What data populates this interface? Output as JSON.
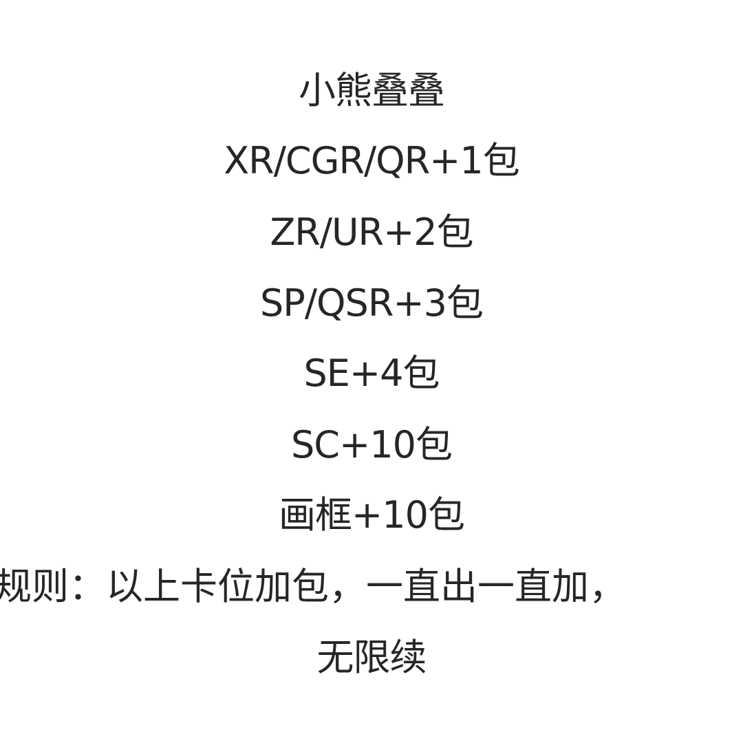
{
  "title": "小熊叠叠",
  "rewards": [
    "XR/CGR/QR+1包",
    "ZR/UR+2包",
    "SP/QSR+3包",
    "SE+4包",
    "SC+10包",
    "画框+10包"
  ],
  "rule": "规则：以上卡位加包，一直出一直加，",
  "rule_continued": "无限续"
}
